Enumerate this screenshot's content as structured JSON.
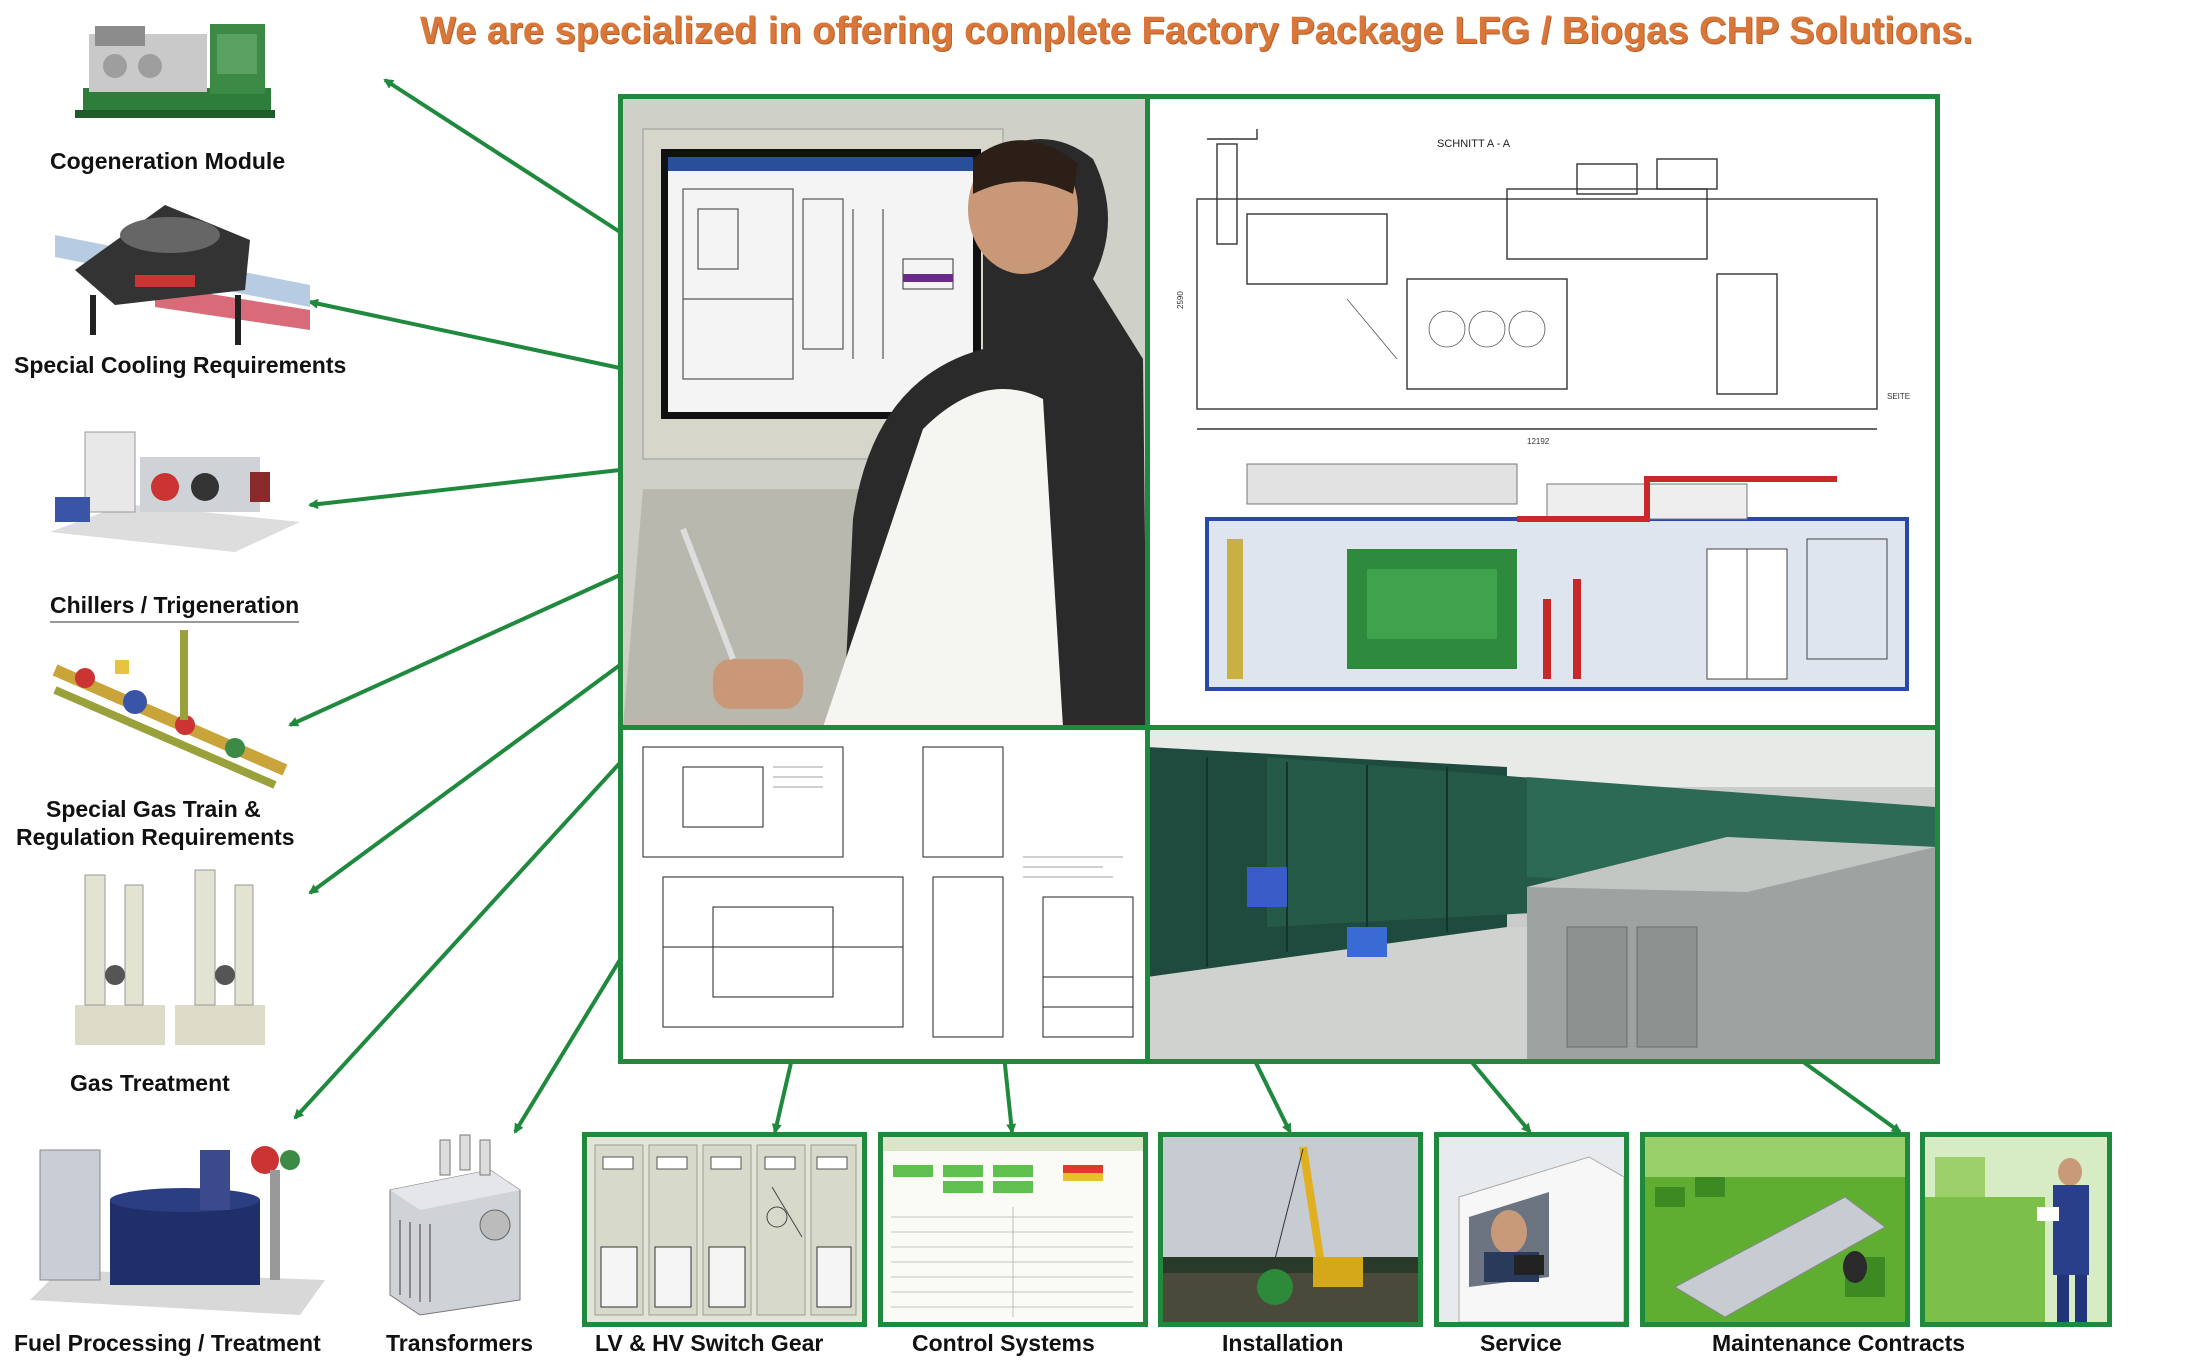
{
  "headline": "We are specialized in offering complete Factory Package LFG / Biogas CHP Solutions.",
  "colors": {
    "accent_green": "#1f8a3e",
    "headline_orange": "#d9773a",
    "label_text": "#111111"
  },
  "left_column": [
    {
      "label": "Cogeneration Module",
      "icon": "cogeneration-module-image"
    },
    {
      "label": "Special Cooling Requirements",
      "icon": "cooling-unit-image"
    },
    {
      "label": "Chillers / Trigeneration",
      "icon": "chiller-image"
    },
    {
      "label_line1": "Special Gas Train &",
      "label_line2": "Regulation Requirements",
      "icon": "gas-train-image"
    },
    {
      "label": "Gas Treatment",
      "icon": "gas-treatment-image"
    }
  ],
  "bottom_row": [
    {
      "label": "Fuel Processing / Treatment",
      "icon": "fuel-processing-image"
    },
    {
      "label": "Transformers",
      "icon": "transformer-image"
    },
    {
      "label": "LV & HV Switch Gear",
      "icon": "switchgear-image"
    },
    {
      "label": "Control Systems",
      "icon": "control-screen-image"
    },
    {
      "label": "Installation",
      "icon": "crane-installation-image"
    },
    {
      "label": "Service",
      "icon": "service-van-image"
    },
    {
      "label": "Maintenance Contracts",
      "icon": "maintenance-image"
    }
  ],
  "center_grid": {
    "drawing_title": "SCHNITT  A - A",
    "dim_width": "12192",
    "dim_height": "2590",
    "dim_right": "SEITE"
  }
}
